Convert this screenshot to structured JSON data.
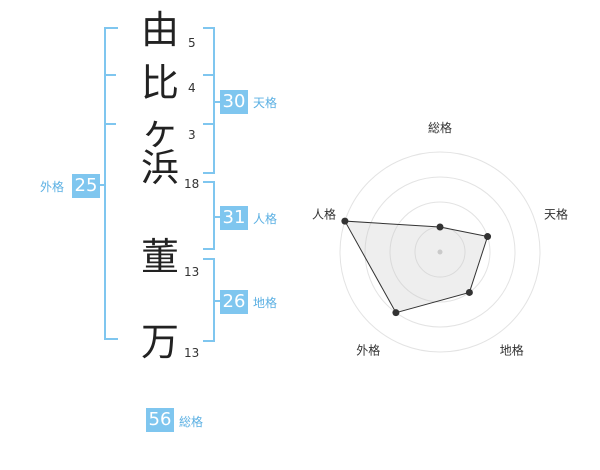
{
  "name_chars": [
    {
      "char": "由",
      "strokes": "5"
    },
    {
      "char": "比",
      "strokes": "4"
    },
    {
      "char": "ヶ",
      "strokes": "3"
    },
    {
      "char": "浜",
      "strokes": "18"
    },
    {
      "char": "董",
      "strokes": "13"
    },
    {
      "char": "万",
      "strokes": "13"
    }
  ],
  "scores": {
    "tenkaku": {
      "value": "30",
      "label": "天格"
    },
    "jinkaku": {
      "value": "31",
      "label": "人格"
    },
    "chikaku": {
      "value": "26",
      "label": "地格"
    },
    "gaikaku": {
      "value": "25",
      "label": "外格"
    },
    "soukaku": {
      "value": "56",
      "label": "総格"
    }
  },
  "accent_color": "#7fc6ef",
  "chart_data": {
    "type": "radar",
    "axes": [
      "総格",
      "天格",
      "地格",
      "外格",
      "人格"
    ],
    "values": [
      1,
      2,
      2,
      3,
      4
    ],
    "range": [
      0,
      4
    ],
    "rings": 4
  }
}
